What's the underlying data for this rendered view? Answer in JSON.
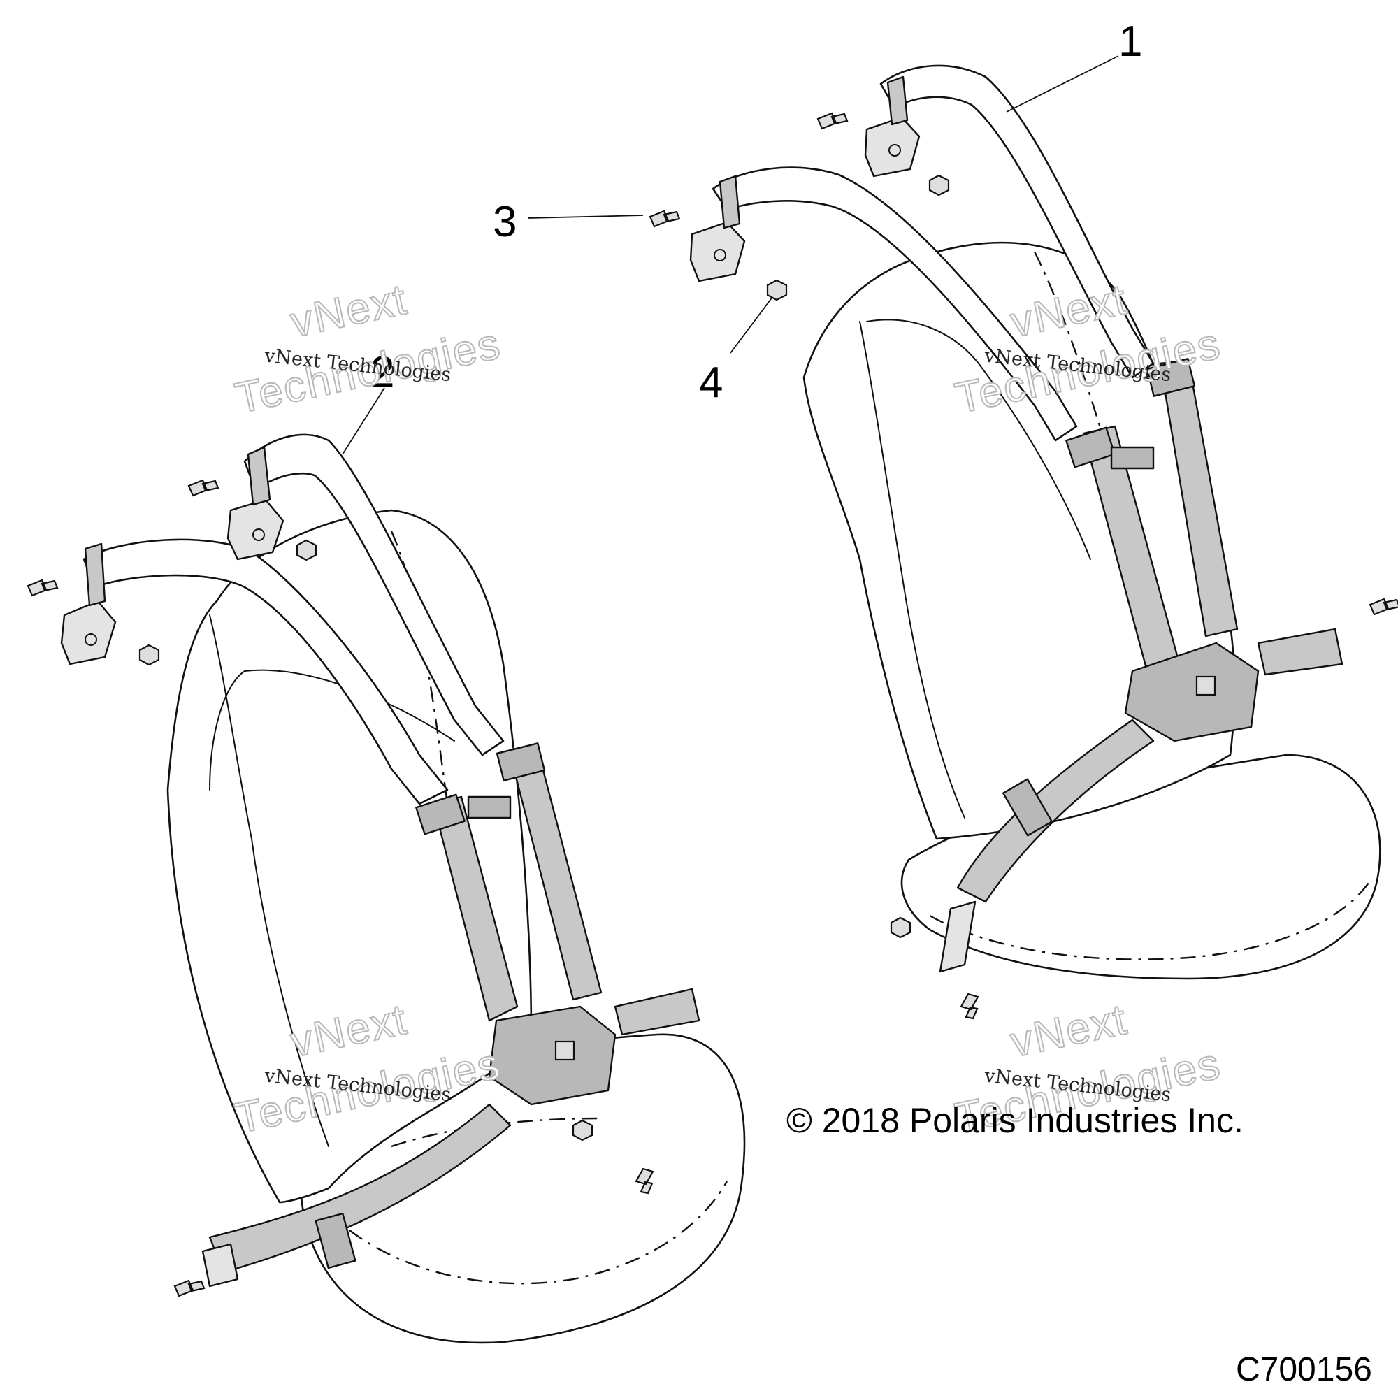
{
  "callouts": [
    {
      "id": "1",
      "label": "1"
    },
    {
      "id": "2",
      "label": "2"
    },
    {
      "id": "3",
      "label": "3"
    },
    {
      "id": "4",
      "label": "4"
    }
  ],
  "watermark": {
    "line_big_1": "vNext",
    "line_big_2": "Technologies",
    "line_small": "vNext Technologies"
  },
  "copyright": "© 2018 Polaris Industries Inc.",
  "part_number": "C700156",
  "colors": {
    "line": "#111111",
    "strap_fill": "#c8c8c8",
    "watermark_outline": "#b9b9b9"
  }
}
